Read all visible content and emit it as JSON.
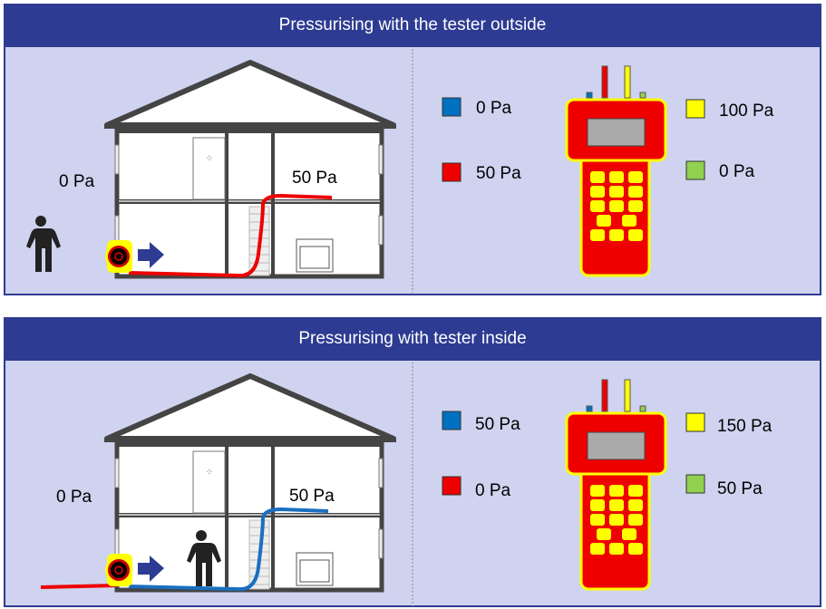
{
  "panels": [
    {
      "title": "Pressurising with the tester outside",
      "outside_pressure": "0 Pa",
      "inside_pressure": "50 Pa",
      "hose_color": "#ee0000",
      "person_location": "outside",
      "legend": {
        "blue": "0 Pa",
        "red": "50 Pa",
        "yellow": "100 Pa",
        "green": "0 Pa"
      }
    },
    {
      "title": "Pressurising with tester inside",
      "outside_pressure": "0 Pa",
      "inside_pressure": "50 Pa",
      "hose_color": "#1a6fc0",
      "person_location": "inside",
      "legend": {
        "blue": "50 Pa",
        "red": "0 Pa",
        "yellow": "150 Pa",
        "green": "50 Pa"
      }
    }
  ],
  "colors": {
    "header": "#2e3b92",
    "panel": "#cfd3ef",
    "blue": "#0070c0",
    "red": "#ee0000",
    "yellow": "#ffff00",
    "green": "#92d050"
  }
}
